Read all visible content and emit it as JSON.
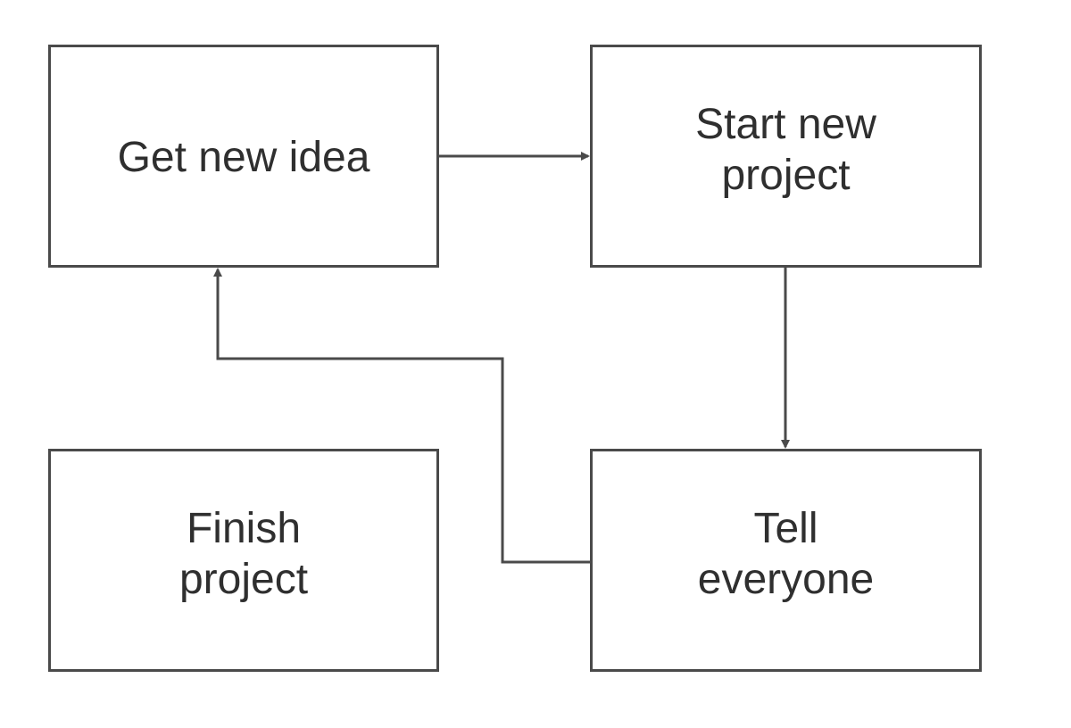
{
  "diagram": {
    "line_color": "#4a4a4a",
    "text_color": "#2f2f2f",
    "background_color": "#ffffff",
    "nodes": {
      "get_new_idea": "Get new idea",
      "start_new_project": "Start new\nproject",
      "finish_project": "Finish\nproject",
      "tell_everyone": "Tell\neveryone"
    },
    "edges": [
      {
        "from": "get_new_idea",
        "to": "start_new_project"
      },
      {
        "from": "start_new_project",
        "to": "tell_everyone"
      },
      {
        "from": "tell_everyone",
        "to": "get_new_idea"
      }
    ]
  }
}
